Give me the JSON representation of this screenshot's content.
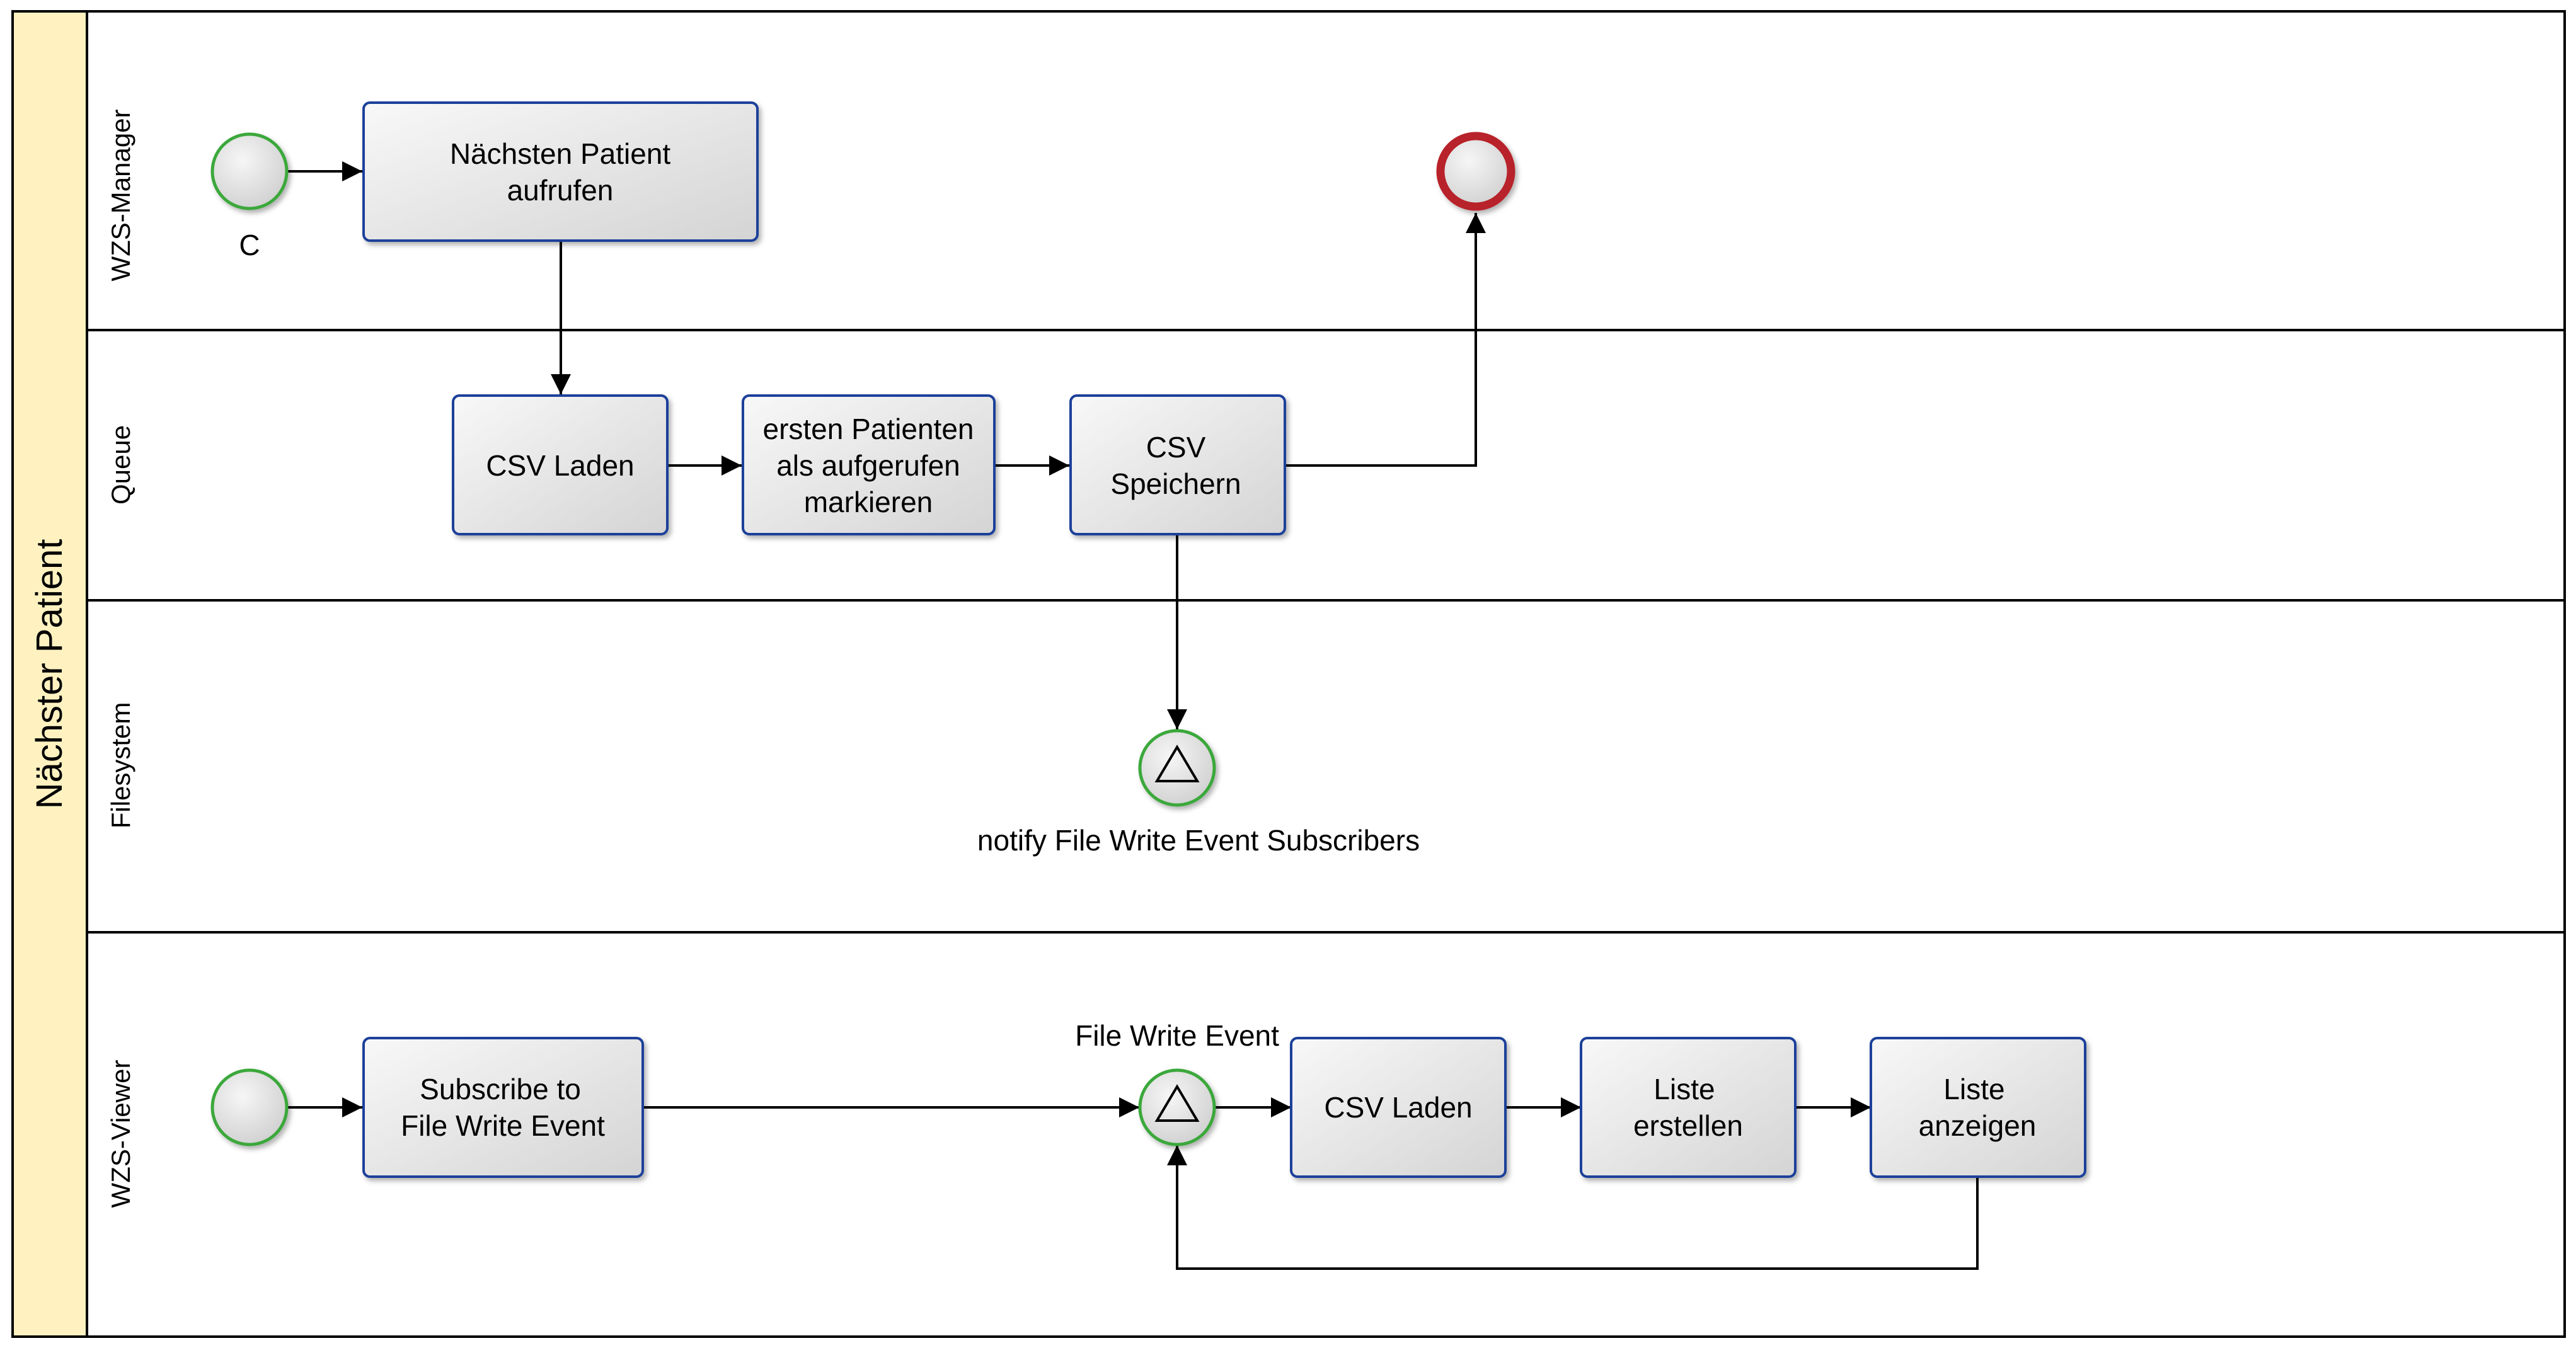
{
  "pool": {
    "title": "Nächster Patient"
  },
  "lanes": [
    {
      "id": "wzs-manager",
      "title": "WZS-Manager"
    },
    {
      "id": "queue",
      "title": "Queue"
    },
    {
      "id": "filesystem",
      "title": "Filesystem"
    },
    {
      "id": "wzs-viewer",
      "title": "WZS-Viewer"
    }
  ],
  "tasks": {
    "naechsten_patient": [
      "Nächsten Patient",
      "aufrufen"
    ],
    "csv_laden_queue": [
      "CSV Laden"
    ],
    "ersten_patienten": [
      "ersten Patienten",
      "als aufgerufen",
      "markieren"
    ],
    "csv_speichern": [
      "CSV",
      "Speichern"
    ],
    "subscribe": [
      "Subscribe to",
      "File Write Event"
    ],
    "csv_laden_viewer": [
      "CSV Laden"
    ],
    "liste_erstellen": [
      "Liste",
      "erstellen"
    ],
    "liste_anzeigen": [
      "Liste",
      "anzeigen"
    ]
  },
  "events": {
    "start_manager": {
      "label": "C",
      "type": "start"
    },
    "end_manager": {
      "label": "",
      "type": "end"
    },
    "signal_throw": {
      "label": "notify File Write Event Subscribers",
      "type": "signal"
    },
    "start_viewer": {
      "label": "",
      "type": "start"
    },
    "signal_catch": {
      "label": "File Write Event",
      "type": "signal"
    }
  },
  "colors": {
    "pool_header": "#fff2c0",
    "task_border": "#1f3f9a",
    "task_fill_light": "#f7f7f7",
    "task_fill_dark": "#d6d6d6",
    "start_event_border": "#3aa83a",
    "end_event_border": "#b8232a",
    "line": "#000000"
  }
}
